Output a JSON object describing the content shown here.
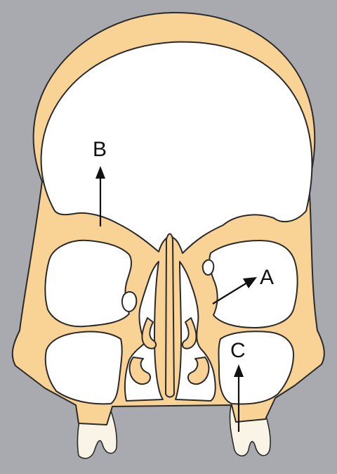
{
  "colors": {
    "background": "#a9aab0",
    "bone": "#f9d396",
    "cavity": "#ffffff",
    "outline": "#2a2a2a",
    "tooth": "#faf4e6",
    "arrow": "#111111"
  },
  "labels": {
    "a": "A",
    "b": "B",
    "c": "C"
  }
}
